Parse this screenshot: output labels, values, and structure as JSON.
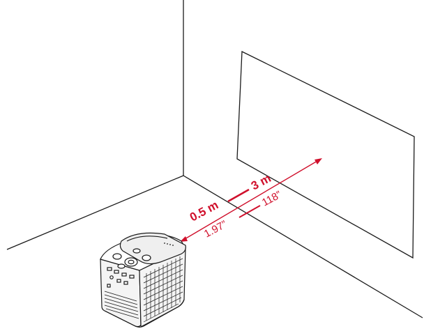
{
  "colors": {
    "line": "#1a1a1a",
    "accent": "#d0102c",
    "device_body": "#f4f4f4"
  },
  "icons": {
    "device": "portable-projector",
    "screen": "projection-screen"
  },
  "labels": {
    "min_metric": "0.5 m",
    "max_metric": "3 m",
    "min_imperial": "1.97”",
    "max_imperial": "118”"
  }
}
